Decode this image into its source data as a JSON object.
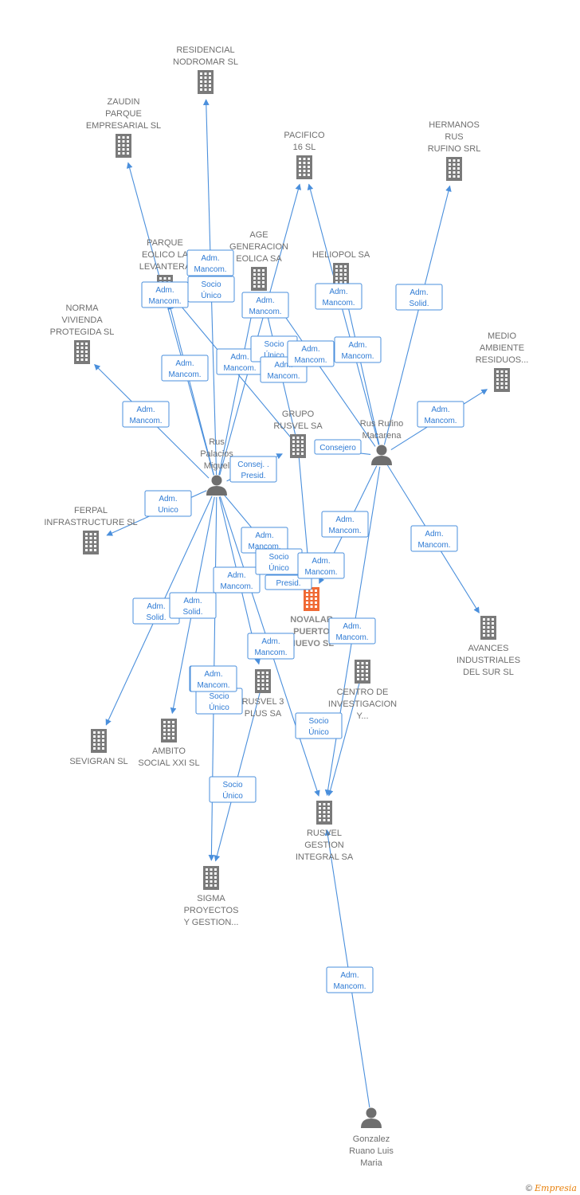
{
  "colors": {
    "edge": "#4a8fdc",
    "building": "#7a7a7a",
    "building_main": "#f06a35",
    "person": "#6e6e6e",
    "label": "#6e6e6e",
    "edge_text": "#2f7bd4"
  },
  "nodes": [
    {
      "id": "residencial",
      "type": "company",
      "lines": [
        "RESIDENCIAL",
        "NODROMAR SL"
      ]
    },
    {
      "id": "zaudin",
      "type": "company",
      "lines": [
        "ZAUDIN",
        "PARQUE",
        "EMPRESARIAL SL"
      ]
    },
    {
      "id": "pacifico",
      "type": "company",
      "lines": [
        "PACIFICO",
        "16 SL"
      ]
    },
    {
      "id": "hermanos",
      "type": "company",
      "lines": [
        "HERMANOS",
        "RUS",
        "RUFINO SRL"
      ]
    },
    {
      "id": "parque_eolico",
      "type": "company",
      "lines": [
        "PARQUE",
        "EOLICO LA",
        "LEVANTERA"
      ]
    },
    {
      "id": "age",
      "type": "company",
      "lines": [
        "AGE",
        "GENERACION",
        "EOLICA SA"
      ]
    },
    {
      "id": "heliopol",
      "type": "company",
      "lines": [
        "HELIOPOL SA"
      ]
    },
    {
      "id": "norma",
      "type": "company",
      "lines": [
        "NORMA",
        "VIVIENDA",
        "PROTEGIDA SL"
      ]
    },
    {
      "id": "medio",
      "type": "company",
      "lines": [
        "MEDIO",
        "AMBIENTE",
        "RESIDUOS..."
      ]
    },
    {
      "id": "grupo",
      "type": "company",
      "lines": [
        "GRUPO",
        "RUSVEL SA"
      ]
    },
    {
      "id": "ferpal",
      "type": "company",
      "lines": [
        "FERPAL",
        "INFRASTRUCTURE SL"
      ]
    },
    {
      "id": "novalar",
      "type": "company_main",
      "lines": [
        "NOVALAR",
        "PUERTO",
        "NUEVO SL"
      ]
    },
    {
      "id": "avances",
      "type": "company",
      "lines": [
        "AVANCES",
        "INDUSTRIALES",
        "DEL SUR SL"
      ]
    },
    {
      "id": "centro",
      "type": "company",
      "lines": [
        "CENTRO DE",
        "INVESTIGACION",
        "Y..."
      ]
    },
    {
      "id": "rusvel3",
      "type": "company",
      "lines": [
        "RUSVEL 3",
        "PLUS SA"
      ]
    },
    {
      "id": "sevigran",
      "type": "company",
      "lines": [
        "SEVIGRAN SL"
      ]
    },
    {
      "id": "ambito",
      "type": "company",
      "lines": [
        "AMBITO",
        "SOCIAL XXI SL"
      ]
    },
    {
      "id": "rusvel_gestion",
      "type": "company",
      "lines": [
        "RUSVEL",
        "GESTION",
        "INTEGRAL SA"
      ]
    },
    {
      "id": "sigma",
      "type": "company",
      "lines": [
        "SIGMA",
        "PROYECTOS",
        "Y GESTION..."
      ]
    },
    {
      "id": "rus_palacios",
      "type": "person",
      "lines": [
        "Rus",
        "Palacios",
        "Miguel"
      ]
    },
    {
      "id": "rus_rufino",
      "type": "person",
      "lines": [
        "Rus Rufino",
        "Macarena"
      ]
    },
    {
      "id": "gonzalez",
      "type": "person",
      "lines": [
        "Gonzalez",
        "Ruano Luis",
        "Maria"
      ]
    }
  ],
  "edges": [
    {
      "from": "rus_palacios",
      "to": "residencial",
      "label": [
        "Adm.",
        "Mancom."
      ]
    },
    {
      "from": "rus_palacios",
      "to": "zaudin",
      "label": [
        "Adm.",
        "Mancom."
      ]
    },
    {
      "from": "rus_palacios",
      "to": "parque_eolico",
      "label": [
        "Adm.",
        "Mancom."
      ]
    },
    {
      "from": "rus_palacios",
      "to": "norma",
      "label": [
        "Adm.",
        "Mancom."
      ]
    },
    {
      "from": "rus_palacios",
      "to": "pacifico",
      "label": [
        "Adm.",
        "Mancom."
      ]
    },
    {
      "from": "rus_palacios",
      "to": "age",
      "label": [
        "Adm.",
        "Mancom."
      ]
    },
    {
      "from": "rus_palacios",
      "to": "ferpal",
      "label": [
        "Adm.",
        "Unico"
      ]
    },
    {
      "from": "rus_palacios",
      "to": "sevigran",
      "label": [
        "Adm.",
        "Solid."
      ]
    },
    {
      "from": "rus_palacios",
      "to": "ambito",
      "label": [
        "Adm.",
        "Solid."
      ]
    },
    {
      "from": "rus_palacios",
      "to": "sigma",
      "label": [
        "Adm.",
        "Mancom."
      ]
    },
    {
      "from": "rus_palacios",
      "to": "rusvel3",
      "label": [
        "Adm.",
        "Mancom."
      ]
    },
    {
      "from": "rus_palacios",
      "to": "novalar",
      "label": [
        "Adm.",
        "Mancom."
      ]
    },
    {
      "from": "rus_palacios",
      "to": "rusvel_gestion",
      "label": [
        "Adm.",
        "Mancom."
      ]
    },
    {
      "from": "grupo",
      "to": "age",
      "label": [
        "Socio",
        "Único"
      ]
    },
    {
      "from": "grupo",
      "to": "novalar",
      "label": [
        "Socio",
        "Único"
      ]
    },
    {
      "from": "grupo",
      "to": "parque_eolico",
      "label": [
        "Socio",
        "Único"
      ]
    },
    {
      "from": "rus_rufino",
      "to": "pacifico",
      "label": [
        "Adm.",
        "Mancom."
      ]
    },
    {
      "from": "rus_rufino",
      "to": "hermanos",
      "label": [
        "Adm.",
        "Solid."
      ]
    },
    {
      "from": "rus_rufino",
      "to": "age",
      "label": [
        "Adm.",
        "Mancom."
      ]
    },
    {
      "from": "rus_rufino",
      "to": "heliopol",
      "label": [
        "Adm.",
        "Mancom."
      ]
    },
    {
      "from": "rus_rufino",
      "to": "medio",
      "label": [
        "Adm.",
        "Mancom."
      ]
    },
    {
      "from": "rus_rufino",
      "to": "avances",
      "label": [
        "Adm.",
        "Mancom."
      ]
    },
    {
      "from": "rus_rufino",
      "to": "novalar",
      "label": [
        "Adm.",
        "Mancom."
      ]
    },
    {
      "from": "rus_rufino",
      "to": "grupo",
      "label": [
        "Consejero"
      ]
    },
    {
      "from": "rus_rufino",
      "to": "rusvel_gestion",
      "label": [
        "Adm.",
        "Mancom."
      ]
    },
    {
      "from": "rus_palacios",
      "to": "grupo",
      "label": [
        "Consej. .",
        "Presid."
      ]
    },
    {
      "from": "centro",
      "to": "rusvel_gestion",
      "label": [
        "Socio",
        "Único"
      ]
    },
    {
      "from": "rusvel3",
      "to": "sigma",
      "label": [
        "Socio",
        "Único"
      ]
    },
    {
      "from": "gonzalez",
      "to": "rusvel_gestion",
      "label": [
        "Adm.",
        "Mancom."
      ]
    }
  ],
  "extra_labels": [
    {
      "label": [
        "Presid."
      ]
    },
    {
      "label": [
        "Socio",
        "Único"
      ]
    },
    {
      "label": [
        "Adm.",
        "Mancom."
      ]
    },
    {
      "label": [
        "Adm.",
        "Mancom."
      ]
    },
    {
      "label": [
        "Adm.",
        "Mancom."
      ]
    }
  ],
  "footer": {
    "copyright": "©",
    "brand": "Empresia"
  }
}
